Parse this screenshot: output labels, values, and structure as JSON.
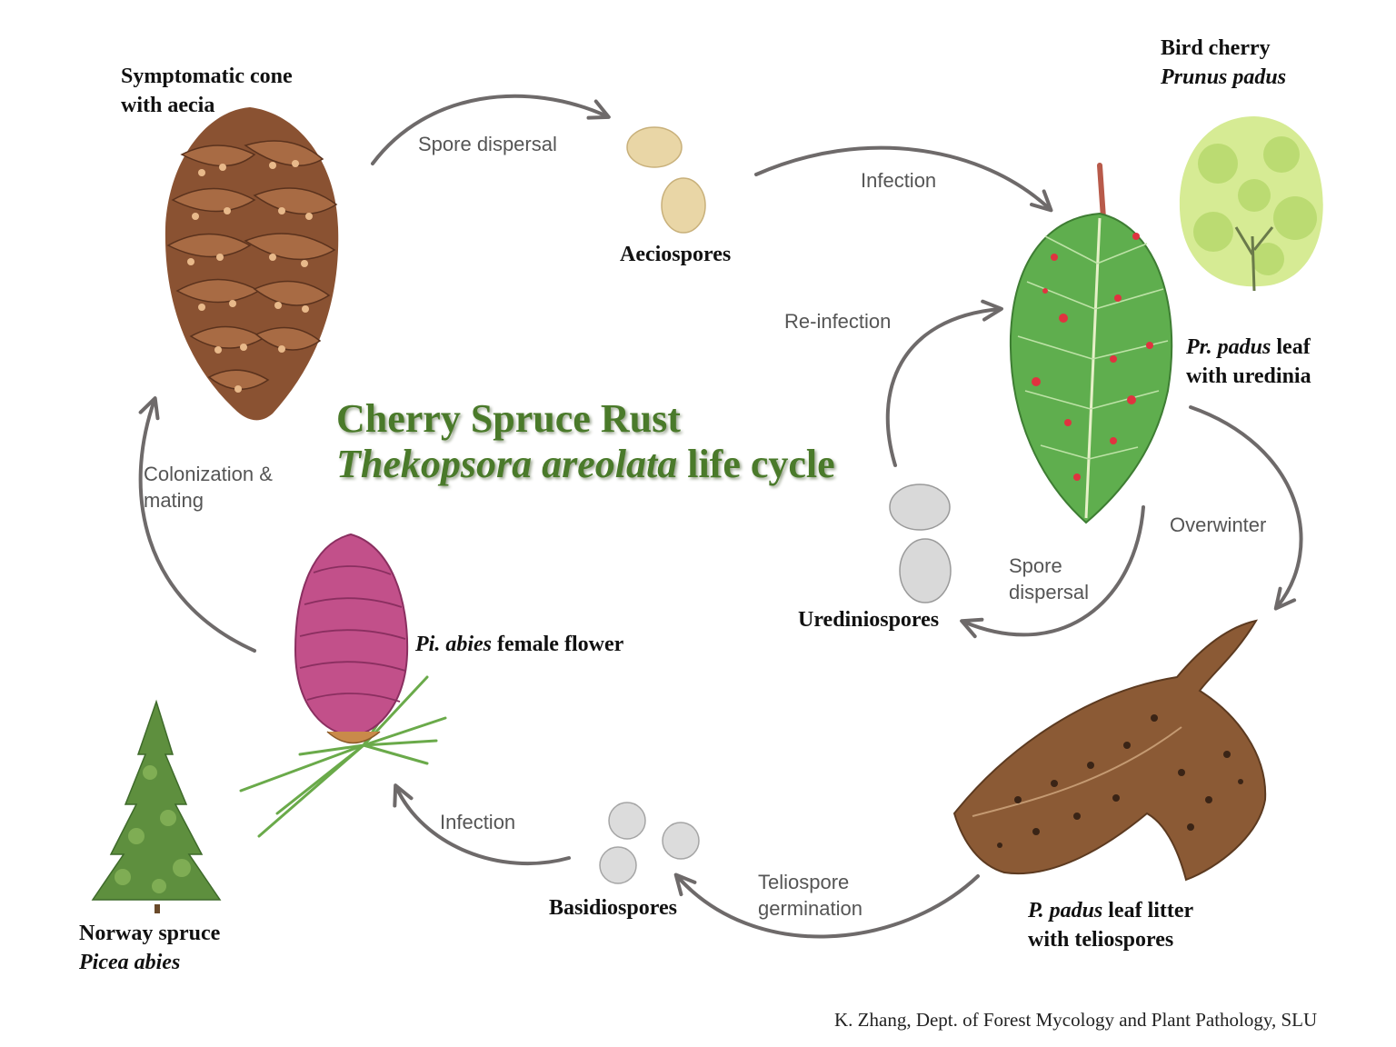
{
  "title": {
    "line1": "Cherry Spruce Rust",
    "line2_italic": "Thekopsora areolata",
    "line2_rest": " life cycle"
  },
  "labels": {
    "cone": {
      "line1": "Symptomatic cone",
      "line2": "with aecia"
    },
    "aeciospores": "Aeciospores",
    "bird_cherry": {
      "line1": "Bird cherry",
      "line2": "Prunus padus"
    },
    "leaf": {
      "italic": "Pr. padus",
      "rest": " leaf",
      "line2": "with uredinia"
    },
    "urediniospores": "Urediniospores",
    "leaf_litter": {
      "italic": "P. padus",
      "rest": " leaf litter",
      "line2": "with teliospores"
    },
    "basidiospores": "Basidiospores",
    "female_flower": {
      "italic": "Pi. abies",
      "rest": " female flower"
    },
    "norway_spruce": {
      "line1": "Norway spruce",
      "line2": "Picea abies"
    }
  },
  "steps": {
    "spore_dispersal_1": "Spore dispersal",
    "infection_1": "Infection",
    "re_infection": "Re-infection",
    "overwinter": "Overwinter",
    "spore_dispersal_2": {
      "line1": "Spore",
      "line2": "dispersal"
    },
    "teliospore_germination": {
      "line1": "Teliospore",
      "line2": "germination"
    },
    "infection_2": "Infection",
    "colonization": {
      "line1": "Colonization &",
      "line2": "mating"
    }
  },
  "credit": "K. Zhang, Dept. of Forest Mycology and Plant Pathology, SLU",
  "colors": {
    "title_green": "#4a7a2a",
    "arrow_gray": "#6e6a6a",
    "cone_brown": "#8a5232",
    "leaf_green": "#5fae4e",
    "uredinia_red": "#e0333f",
    "litter_brown": "#8b5a35",
    "flower_pink": "#c2508a",
    "spruce_green": "#5e8f3e",
    "cherry_tree_green": "#cde58a"
  }
}
